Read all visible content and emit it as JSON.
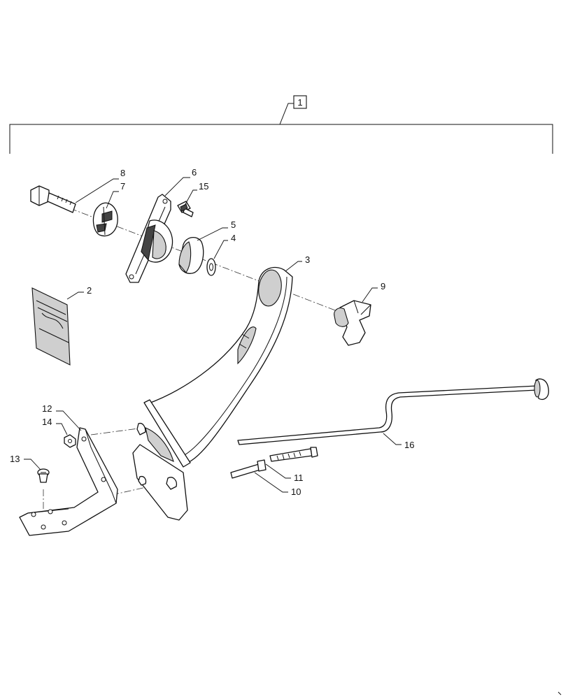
{
  "diagram": {
    "assembly_label": "1",
    "callouts": [
      "2",
      "3",
      "4",
      "5",
      "6",
      "7",
      "8",
      "9",
      "10",
      "11",
      "12",
      "13",
      "14",
      "15",
      "16"
    ]
  }
}
